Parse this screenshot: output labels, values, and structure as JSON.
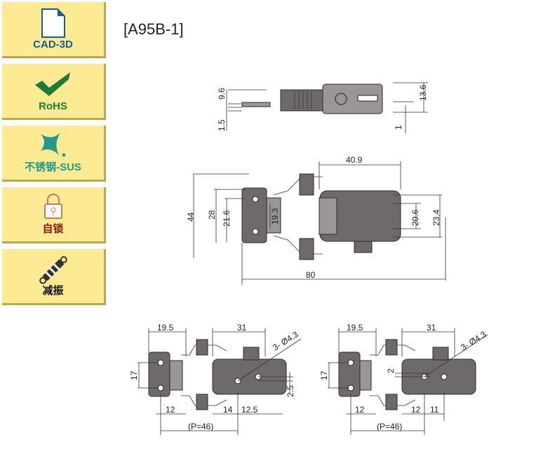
{
  "sidebar": {
    "items": [
      {
        "label": "CAD-3D",
        "icon": "document-icon",
        "color": "#1a5c8c"
      },
      {
        "label": "RoHS",
        "icon": "checkmark-icon",
        "color": "#1e7a3a"
      },
      {
        "label": "不锈钢-SUS",
        "icon": "sparkle-icon",
        "color": "#22998a"
      },
      {
        "label": "自锁",
        "icon": "padlock-icon",
        "color": "#8a1a10"
      },
      {
        "label": "减振",
        "icon": "shock-absorber-icon",
        "color": "#111111"
      }
    ]
  },
  "title": "[A95B-1]",
  "side_view": {
    "dims": [
      "9.6",
      "1.5",
      "13.6",
      "1"
    ]
  },
  "top_view": {
    "dims": {
      "overall_height": "44",
      "d28": "28",
      "d21_6": "21.6",
      "d19_3": "19.3",
      "d40_9": "40.9",
      "d20_6": "20.6",
      "d23_4": "23.4",
      "length": "80"
    }
  },
  "mount_left": {
    "dims": {
      "a": "19.5",
      "b": "31",
      "hole": "3- Ø4.3",
      "h": "17",
      "off": "2.5",
      "c": "12",
      "d": "14",
      "e": "12.5",
      "pitch": "(P=46)"
    }
  },
  "mount_right": {
    "dims": {
      "a": "19.5",
      "b": "31",
      "hole": "3- Ø4.3",
      "h": "17",
      "off": "2",
      "c": "12",
      "d": "12",
      "e": "11",
      "pitch": "(P=46)"
    }
  }
}
